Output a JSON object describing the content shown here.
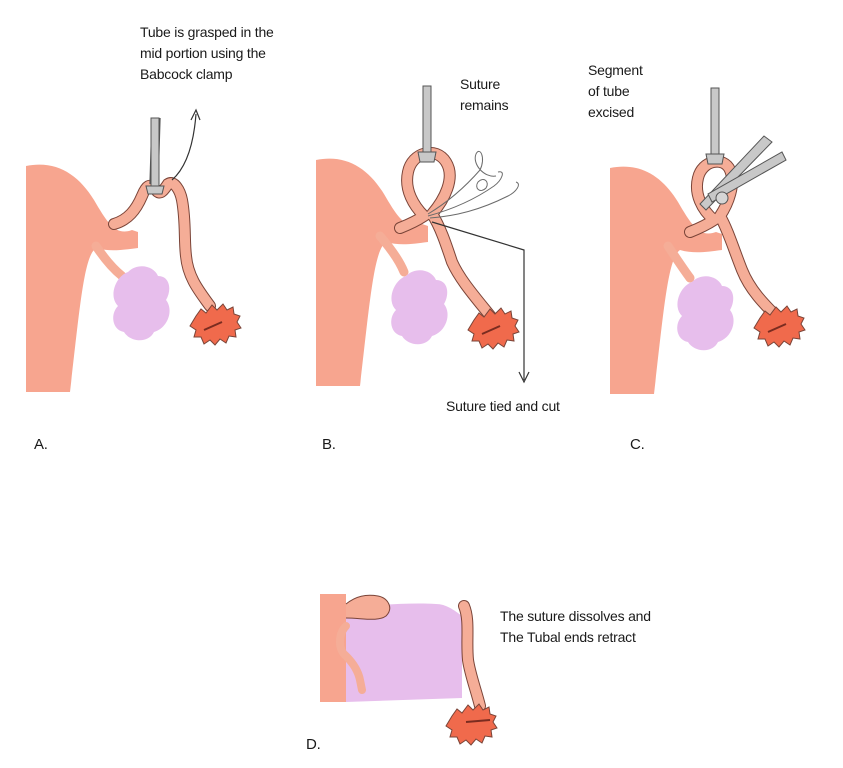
{
  "labels": {
    "a_note": [
      "Tube is grasped in the",
      "mid portion using the",
      "Babcock clamp"
    ],
    "b_note_top": [
      "Suture",
      "remains"
    ],
    "b_note_bottom": "Suture tied and cut",
    "c_note": [
      "Segment",
      "of tube",
      "excised"
    ],
    "d_note": [
      "The suture dissolves and",
      "The Tubal ends retract"
    ]
  },
  "panels": {
    "a": "A.",
    "b": "B.",
    "c": "C.",
    "d": "D."
  },
  "colors": {
    "uterus": "#F7A58F",
    "tube": "#F5AD97",
    "tube_outline": "#7A4438",
    "ovary": "#E7BEEC",
    "fimbria": "#F06A4C",
    "clamp": "#C8C8C8",
    "suture": "#6B6B6B"
  }
}
